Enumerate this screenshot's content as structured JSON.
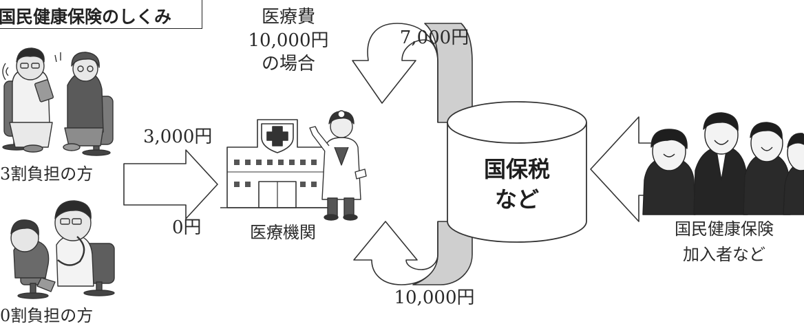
{
  "title": "国民健康保険のしくみ",
  "cost_case": {
    "line1": "医療費",
    "line2": "10,000円",
    "line3": "の場合"
  },
  "flows": {
    "insurer_payment_3割": "7,000円",
    "patient_payment_3割": "3,000円",
    "patient_payment_0割": "0円",
    "insurer_payment_0割": "10,000円"
  },
  "patients": {
    "three_割_label": "3割負担の方",
    "zero_割_label": "0割負担の方"
  },
  "institution": {
    "label": "医療機関"
  },
  "fund": {
    "line1": "国保税",
    "line2": "など"
  },
  "members": {
    "line1": "国民健康保険",
    "line2": "加入者など"
  },
  "colors": {
    "line": "#333333",
    "arrow_shade": "#cfcfcf"
  }
}
